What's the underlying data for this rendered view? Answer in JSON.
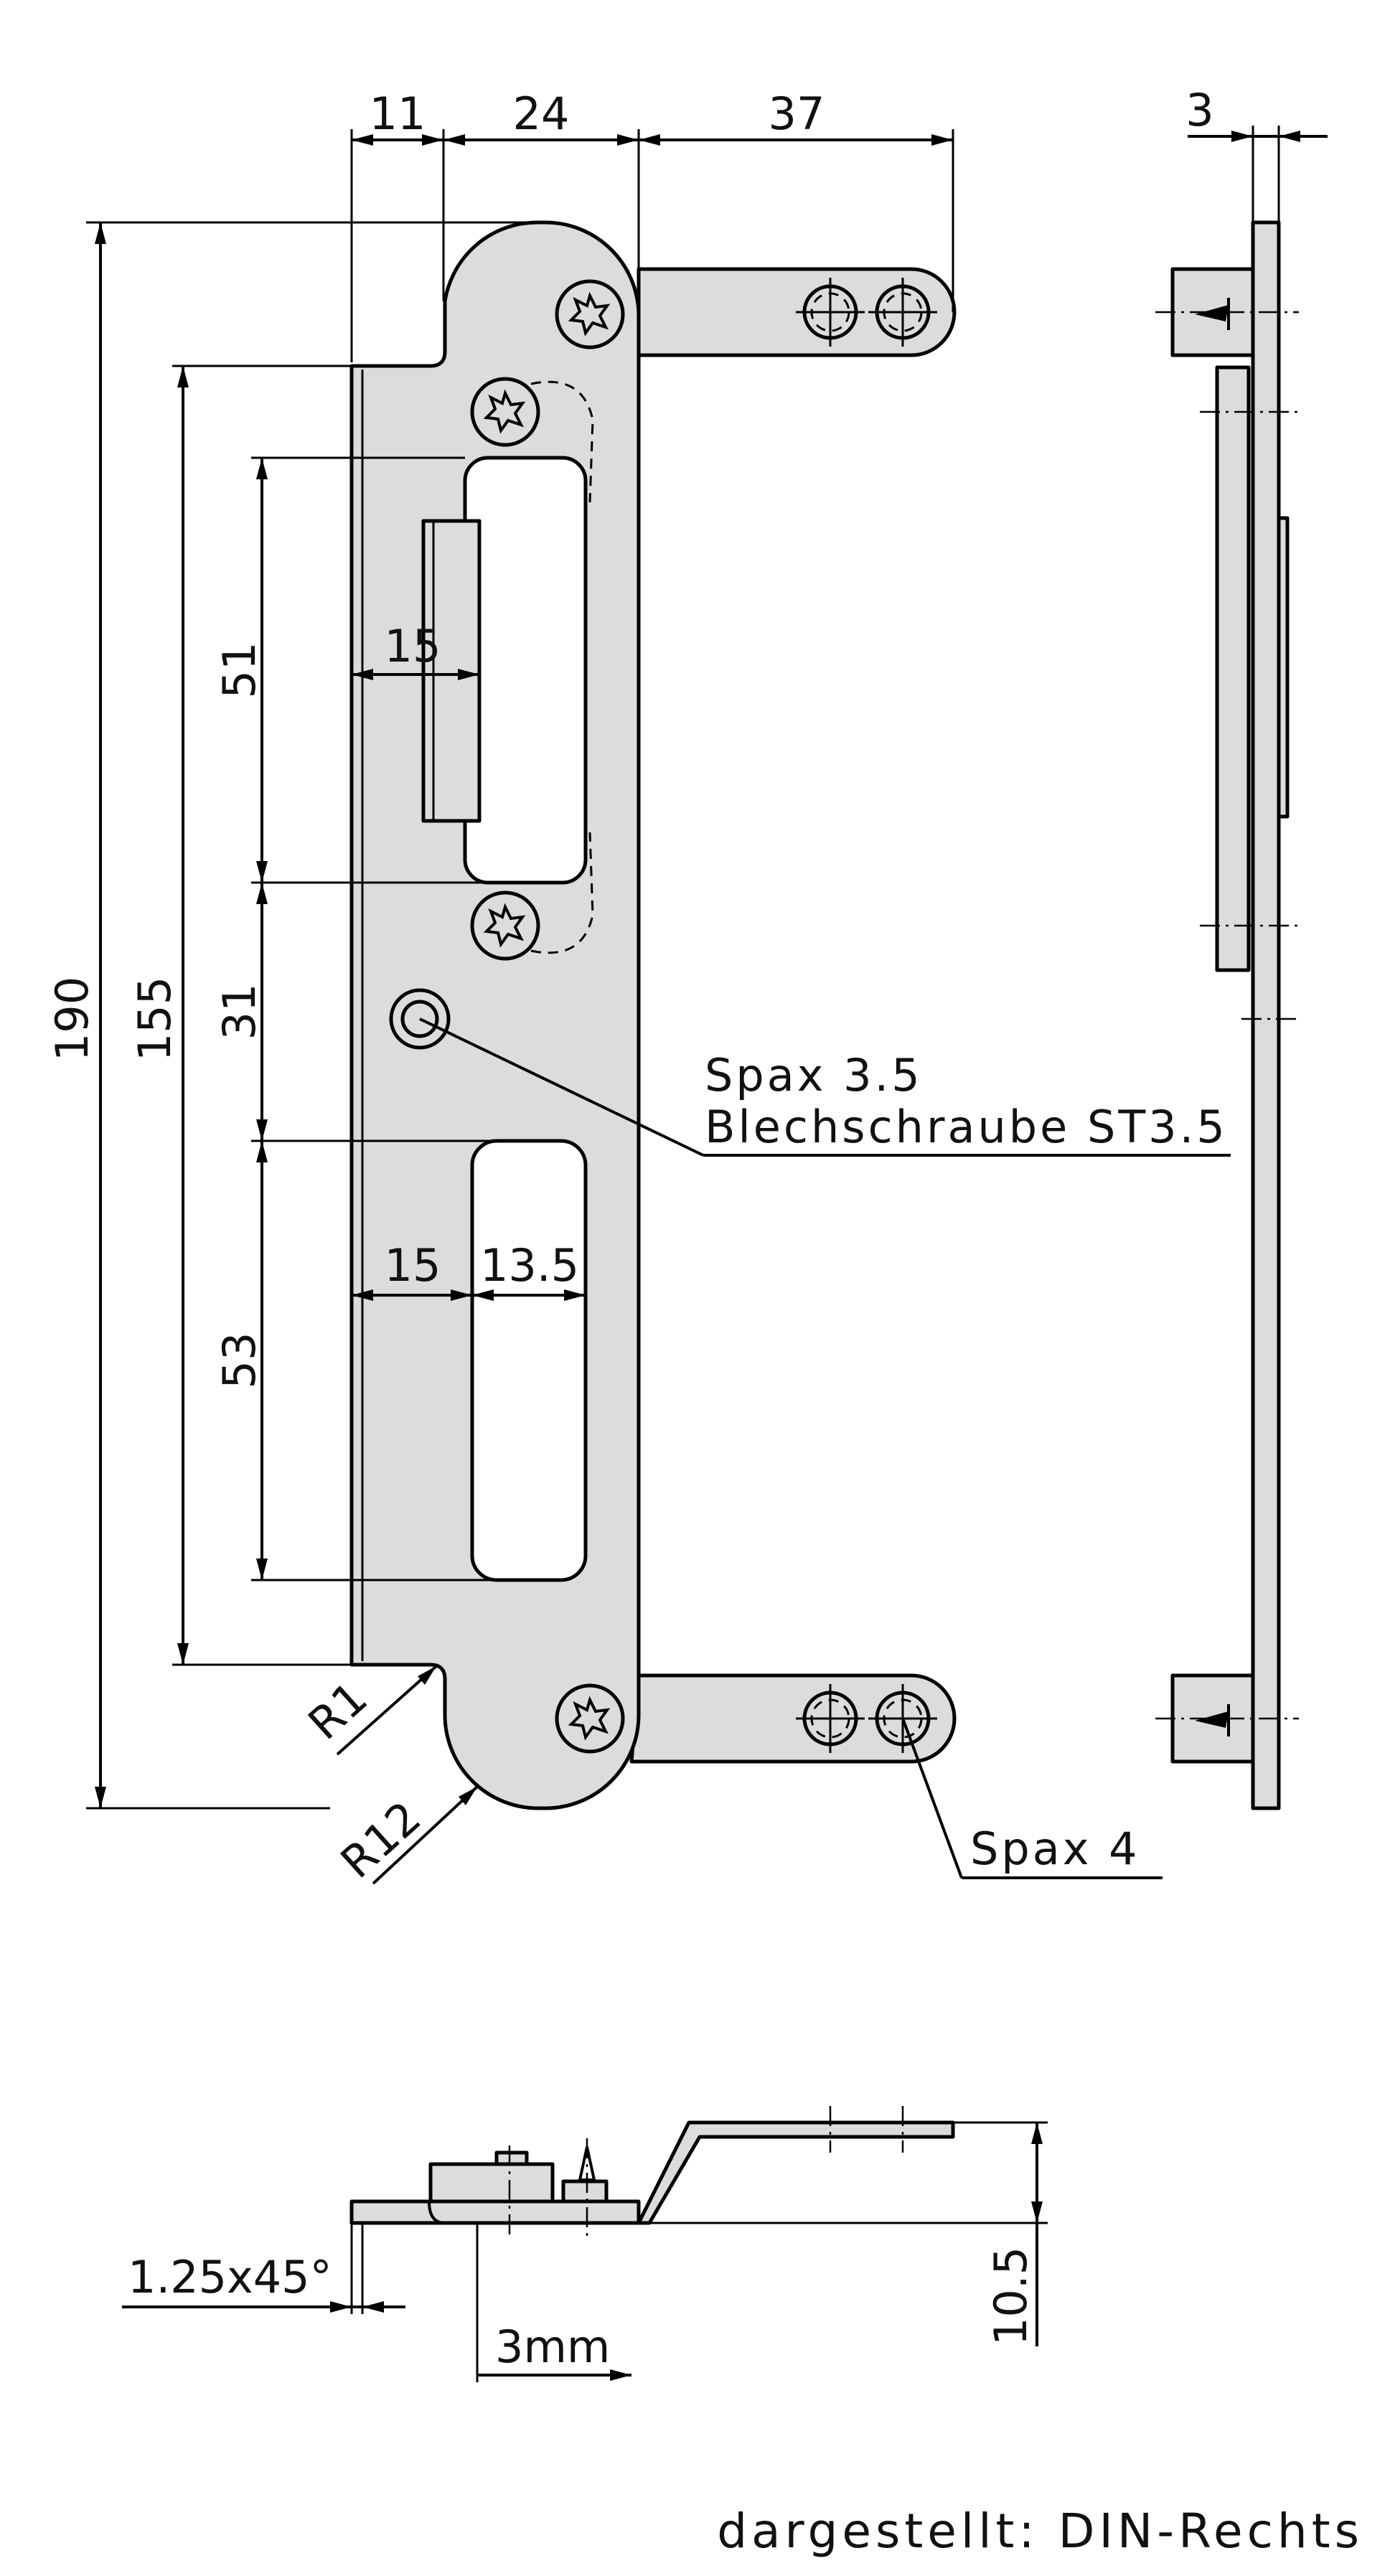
{
  "dimensions": {
    "top_11": "11",
    "top_24": "24",
    "top_37": "37",
    "side_3": "3",
    "height_190": "190",
    "height_155": "155",
    "height_51": "51",
    "height_31": "31",
    "height_53": "53",
    "width_15_upper": "15",
    "width_15_lower": "15",
    "width_13_5": "13.5",
    "radius_r1": "R1",
    "radius_r12": "R12",
    "chamfer": "1.25x45°",
    "offset_3mm": "3mm",
    "height_10_5": "10.5"
  },
  "notes": {
    "spax_35_line1": "Spax 3.5",
    "spax_35_line2": "Blechschraube ST3.5",
    "spax_4": "Spax 4"
  },
  "footer": {
    "shown_as": "dargestellt: DIN-Rechts"
  },
  "colors": {
    "part_fill": "#dcdcdc",
    "line": "#000000"
  }
}
